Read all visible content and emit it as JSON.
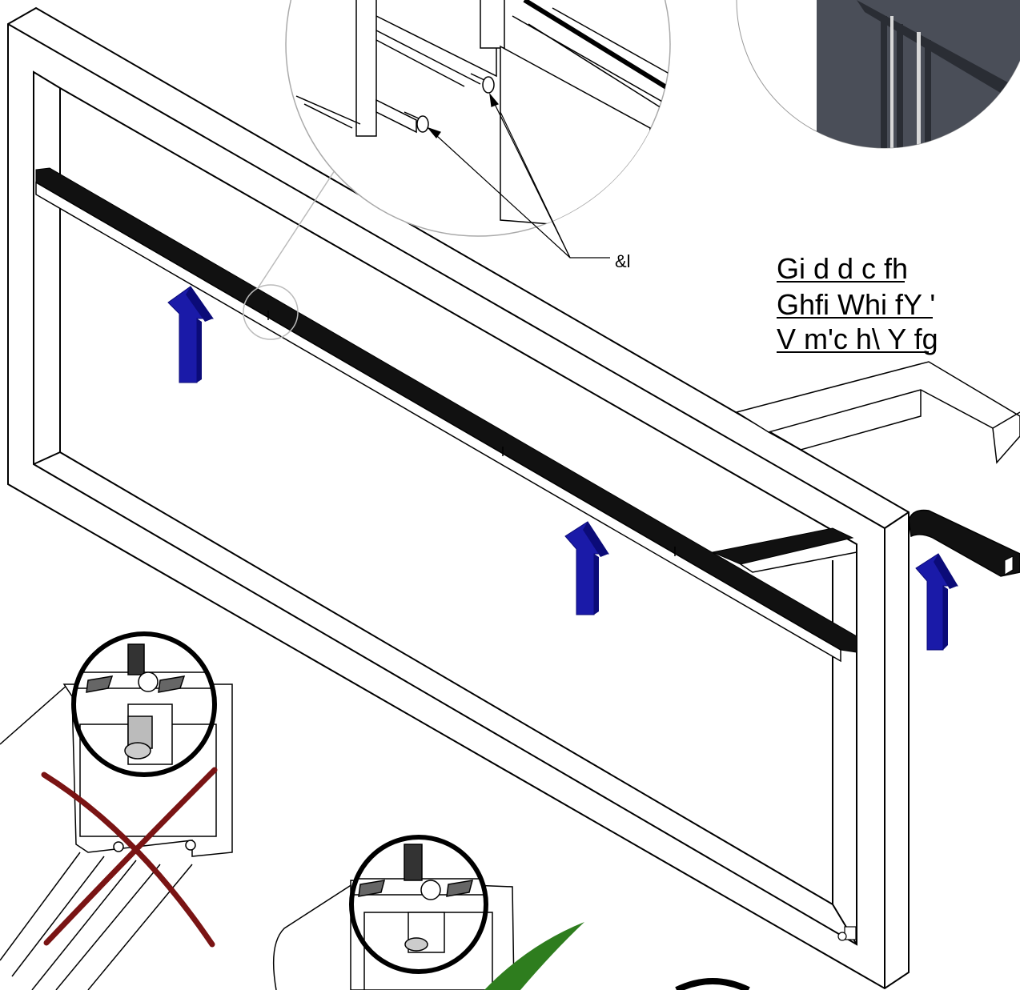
{
  "callout": {
    "part_number": "&l"
  },
  "legend": {
    "lines": [
      "Gi d d c fh",
      "Ghfi Whi fY '",
      "V m'c h\\ Y fg"
    ]
  },
  "colors": {
    "arrow": "#1a1aa8",
    "arrow_dark": "#0b0b78",
    "profile_dark": "#111111",
    "cross_mark": "#7a1414",
    "detail_panel": "#4a4e58",
    "accent_green": "#2e7d1e"
  },
  "icons": {
    "up_arrow": "up-arrow-icon",
    "wrong_mark": "cross-mark-icon",
    "correct_mark": "check-mark-icon",
    "screw": "screw-icon"
  }
}
